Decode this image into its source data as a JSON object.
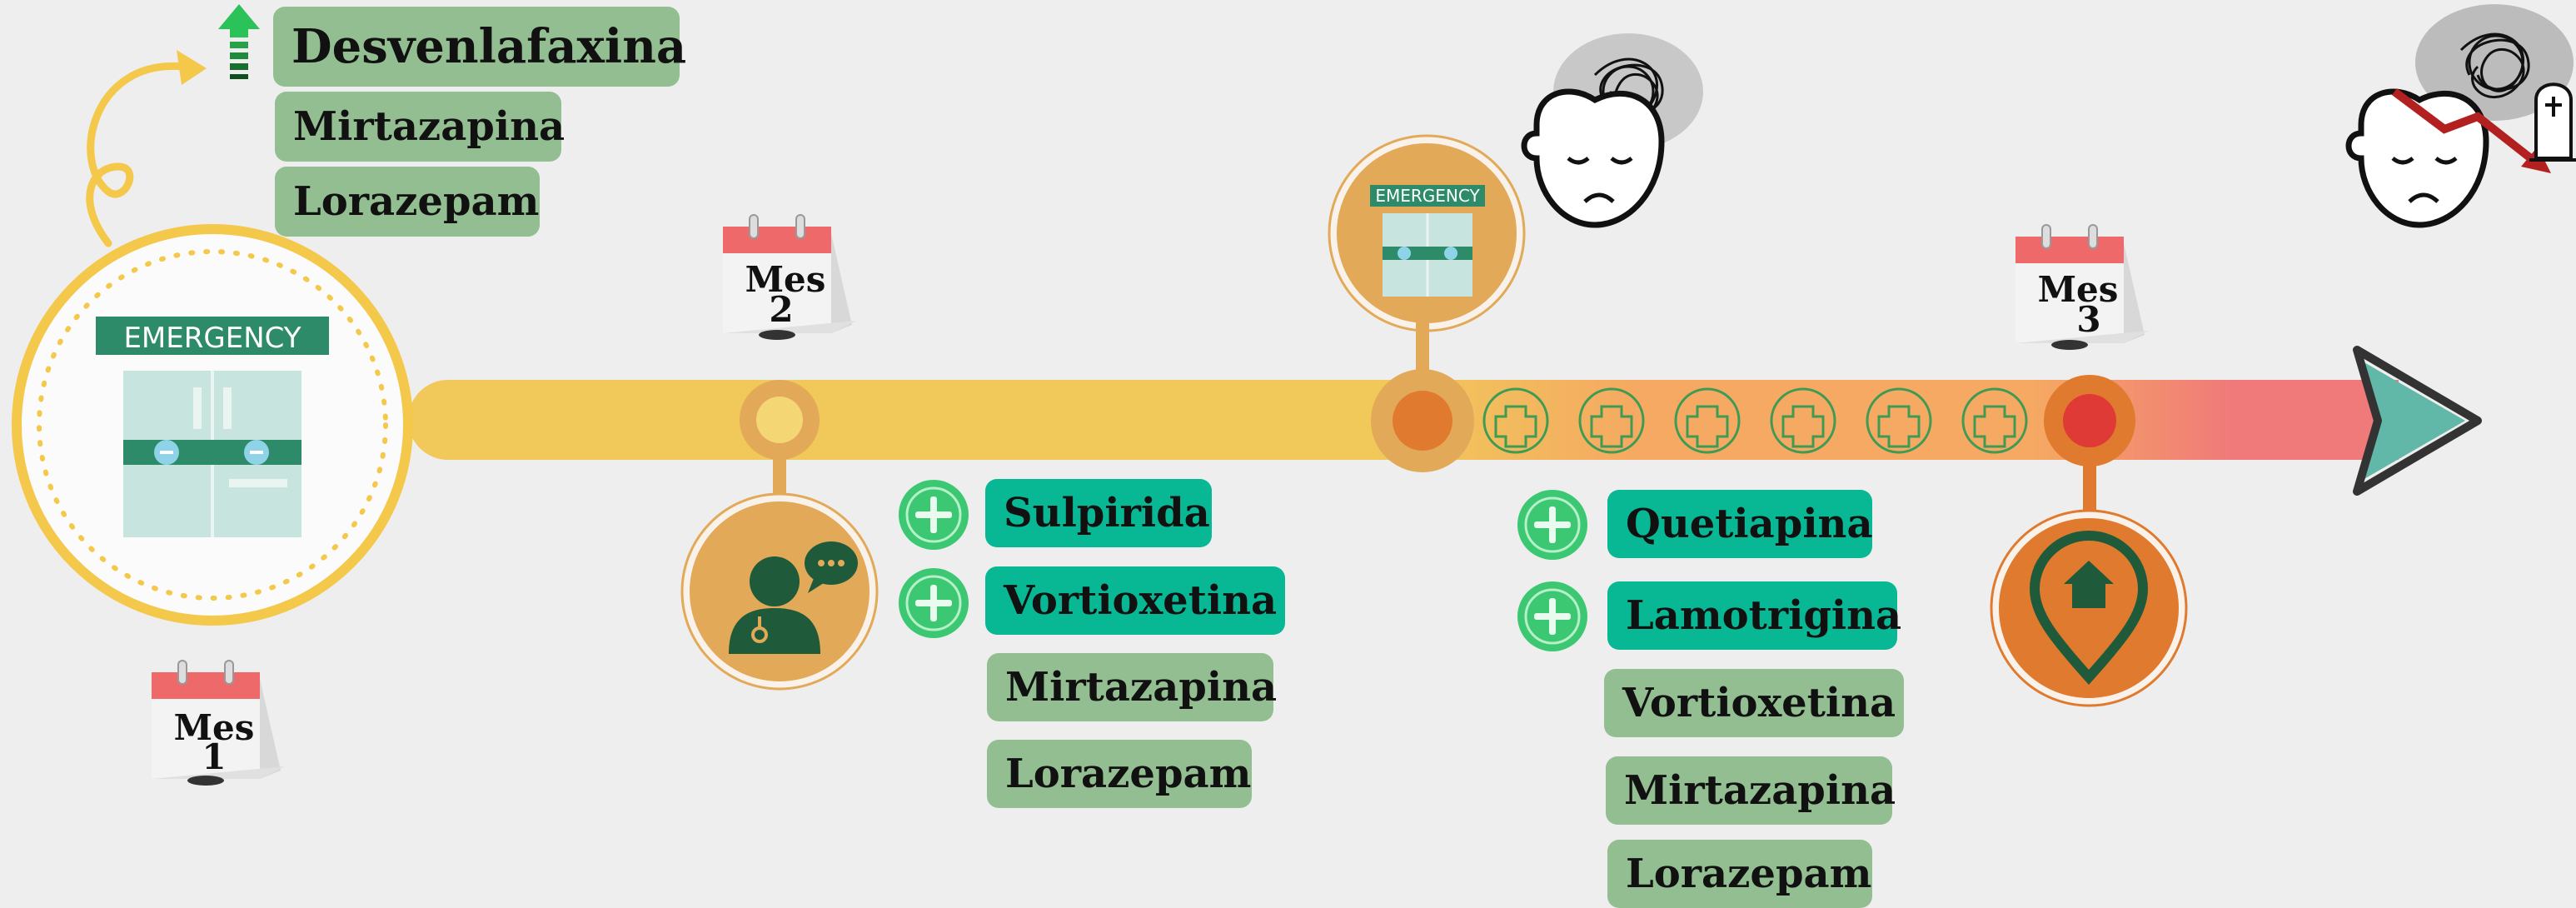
{
  "colors": {
    "background": "#eeeeee",
    "timeline_yellow": "#f0c95a",
    "timeline_orange": "#f5a962",
    "timeline_pink": "#f07a7a",
    "arrow_teal": "#62b8a8",
    "emergency_yellow": "#f4c84a",
    "node_orange": "#e07a2e",
    "node_red": "#e03a36",
    "plus_green": "#3cc872",
    "pill_olive": "#93be91",
    "pill_teal": "#08b894"
  },
  "emergency_label": "EMERGENCY",
  "calendars": [
    {
      "word": "Mes",
      "num": "1"
    },
    {
      "word": "Mes",
      "num": "2"
    },
    {
      "word": "Mes",
      "num": "3"
    }
  ],
  "group1": {
    "increase_icon": "green-up-arrow-icon",
    "items": [
      "Desvenlafaxina",
      "Mirtazapina",
      "Lorazepam"
    ]
  },
  "group2": {
    "added_icon": "plus-circle-icon",
    "added": [
      "Sulpirida",
      "Vortioxetina"
    ],
    "kept": [
      "Mirtazapina",
      "Lorazepam"
    ]
  },
  "group3": {
    "added_icon": "plus-circle-icon",
    "added": [
      "Quetiapina",
      "Lamotrigina"
    ],
    "kept": [
      "Vortioxetina",
      "Mirtazapina",
      "Lorazepam"
    ]
  },
  "icons": {
    "doctor": "doctor-icon",
    "home": "home-location-icon",
    "sad_face": "sad-face-icon",
    "tombstone": "tombstone-icon",
    "decline_arrow": "decline-arrow-icon"
  }
}
